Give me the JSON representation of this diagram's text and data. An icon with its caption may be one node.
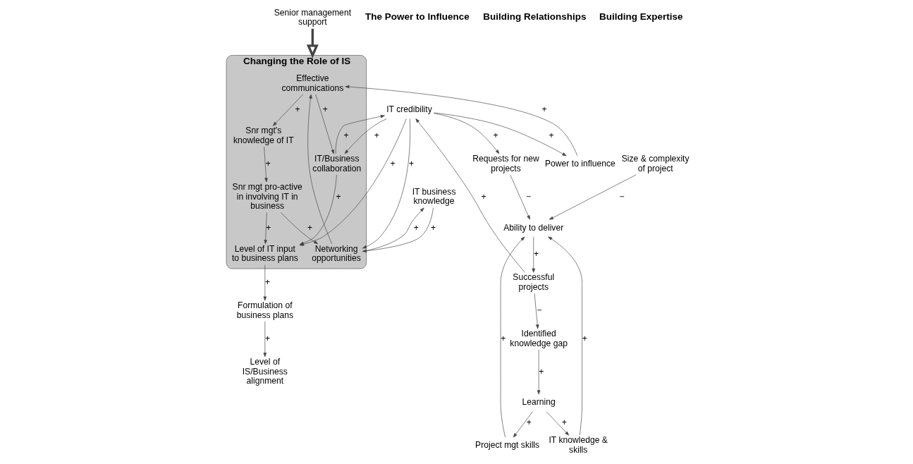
{
  "diagram": {
    "nodes": [
      {
        "text": [
          "Changing the Role of IS"
        ]
      },
      {
        "text": [
          "Power to influence"
        ]
      },
      {
        "text": [
          "IT credibility"
        ]
      },
      {
        "text": [
          "IT business knowledge"
        ]
      },
      {
        "text": [
          "Effective communications"
        ],
        "in": 0
      },
      {
        "text": [
          "Networking opportunities"
        ],
        "in": 0
      },
      {
        "text": [
          "IT/Business collaboration"
        ],
        "in": 0
      },
      {
        "text": [
          "Requests for new projects"
        ]
      },
      {
        "text": [
          "Level of IT input to business plans"
        ],
        "in": 0
      },
      {
        "text": [
          "Snr mgt's knowledge of IT"
        ],
        "in": 0
      },
      {
        "text": [
          "Snr mgt pro-active in involving IT in business"
        ],
        "in": 0
      },
      {
        "text": [
          "Formulation of business plans"
        ]
      },
      {
        "text": [
          "Level of IS/Business alignment"
        ]
      },
      {
        "text": [
          "Successful projects"
        ]
      },
      {
        "text": [
          "Identified knowledge gap"
        ]
      },
      {
        "text": [
          "Learning"
        ]
      },
      {
        "text": [
          "Ability to deliver"
        ]
      },
      {
        "text": [
          "IT knowledge & skills"
        ]
      },
      {
        "text": [
          "Size & complexity of project"
        ]
      },
      {
        "text": [
          "Project mgt skills"
        ]
      },
      {
        "text": [
          "Senior management support"
        ]
      }
    ],
    "edges": [
      {
        "from": 1,
        "to": 4,
        "arrow": "to",
        "label": "+"
      },
      {
        "from": 2,
        "to": 1,
        "arrow": "to",
        "label": "+"
      },
      {
        "from": 2,
        "to": 5,
        "arrow": "to",
        "label": "+"
      },
      {
        "from": 2,
        "to": 6,
        "arrow": "to",
        "label": "+"
      },
      {
        "from": 2,
        "to": 7,
        "arrow": "to",
        "label": "+"
      },
      {
        "from": 2,
        "to": 8,
        "arrow": "to",
        "label": "+"
      },
      {
        "from": 3,
        "to": 5,
        "arrow": "to",
        "label": "+"
      },
      {
        "from": 4,
        "to": 6,
        "arrow": "to",
        "label": "+"
      },
      {
        "from": 4,
        "to": 9,
        "arrow": "to",
        "label": "+"
      },
      {
        "from": 5,
        "to": 3,
        "arrow": "to",
        "label": "+"
      },
      {
        "from": 5,
        "to": 4,
        "arrow": "to"
      },
      {
        "from": 6,
        "to": 2,
        "arrow": "to",
        "label": "+"
      },
      {
        "from": 6,
        "to": 8,
        "arrow": "to",
        "label": "+"
      },
      {
        "from": 7,
        "to": 16,
        "arrow": "to",
        "label": "−"
      },
      {
        "from": 8,
        "to": 11,
        "arrow": "to",
        "label": "+"
      },
      {
        "from": 9,
        "to": 10,
        "arrow": "to",
        "label": "+"
      },
      {
        "from": 10,
        "to": 5,
        "arrow": "to",
        "label": "+"
      },
      {
        "from": 10,
        "to": 8,
        "arrow": "to",
        "label": "+"
      },
      {
        "from": 11,
        "to": 12,
        "arrow": "to",
        "label": "+"
      },
      {
        "from": 13,
        "to": 2,
        "arrow": "to",
        "label": "+"
      },
      {
        "from": 13,
        "to": 14,
        "arrow": "to",
        "label": "−"
      },
      {
        "from": 14,
        "to": 15,
        "arrow": "to",
        "label": "+"
      },
      {
        "from": 15,
        "to": 17,
        "arrow": "to",
        "label": "+"
      },
      {
        "from": 15,
        "to": 19,
        "arrow": "to",
        "label": "+"
      },
      {
        "from": 16,
        "to": 13,
        "arrow": "to",
        "label": "+"
      },
      {
        "from": 17,
        "to": 16,
        "arrow": "to",
        "label": "+"
      },
      {
        "from": 18,
        "to": 16,
        "arrow": "to",
        "label": "−"
      },
      {
        "from": 19,
        "to": 16,
        "arrow": "to",
        "label": "+"
      },
      {
        "from": 20,
        "to": 0,
        "arrow": "to",
        "style": "thick"
      }
    ],
    "labels": [
      "The Power to Influence",
      "Building Relationships",
      "Building Expertise"
    ]
  }
}
